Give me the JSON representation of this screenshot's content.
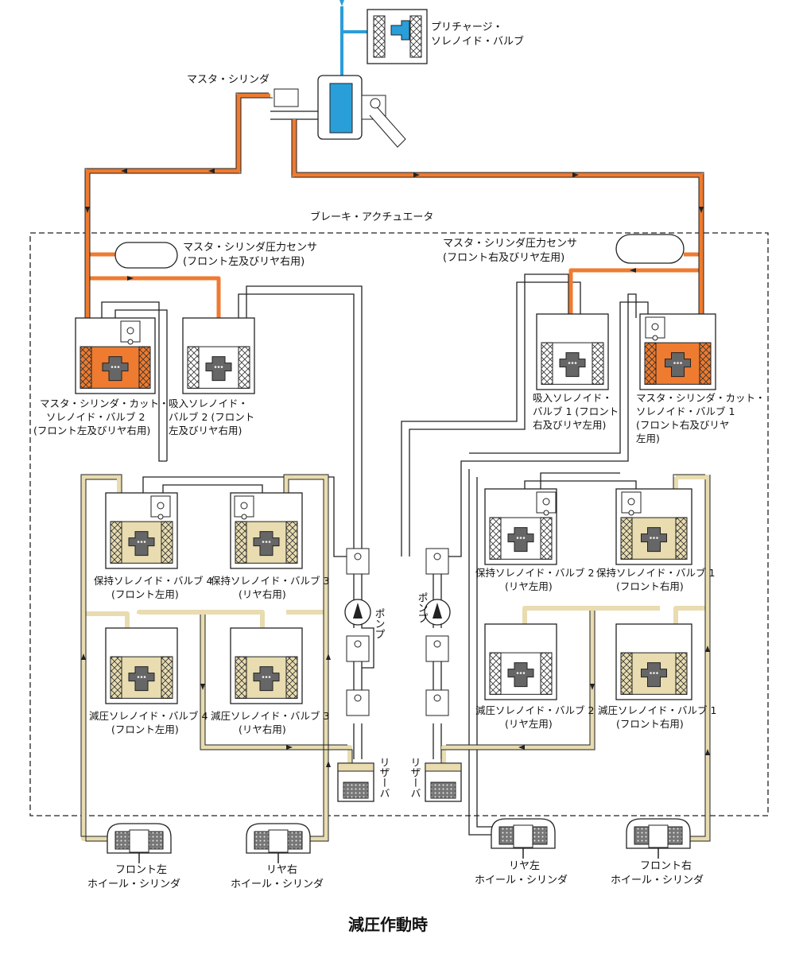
{
  "caption": "減圧作動時",
  "top": {
    "precharge": [
      "プリチャージ・",
      "ソレノイド・バルブ"
    ],
    "master_cylinder": "マスタ・シリンダ"
  },
  "actuator": {
    "title": "ブレーキ・アクチュエータ",
    "sensor_left": [
      "マスタ・シリンダ圧力センサ",
      "(フロント左及びリヤ右用)"
    ],
    "sensor_right": [
      "マスタ・シリンダ圧力センサ",
      "(フロント右及びリヤ左用)"
    ],
    "cut_valve_2": [
      "マスタ・シリンダ・カット・",
      "ソレノイド・バルブ 2",
      "(フロント左及びリヤ右用)"
    ],
    "intake_valve_2": [
      "吸入ソレノイド・",
      "バルブ 2 (フロント",
      "左及びリヤ右用)"
    ],
    "intake_valve_1": [
      "吸入ソレノイド・",
      "バルブ 1 (フロント",
      "右及びリヤ左用)"
    ],
    "cut_valve_1": [
      "マスタ・シリンダ・カット・",
      "ソレノイド・バルブ 1",
      "(フロント右及びリヤ",
      "左用)"
    ],
    "hold_valve_4": [
      "保持ソレノイド・バルブ 4",
      "(フロント左用)"
    ],
    "hold_valve_3": [
      "保持ソレノイド・バルブ 3",
      "(リヤ右用)"
    ],
    "hold_valve_2": [
      "保持ソレノイド・バルブ 2",
      "(リヤ左用)"
    ],
    "hold_valve_1": [
      "保持ソレノイド・バルブ 1",
      "(フロント右用)"
    ],
    "reduce_valve_4": [
      "減圧ソレノイド・バルブ 4",
      "(フロント左用)"
    ],
    "reduce_valve_3": [
      "減圧ソレノイド・バルブ 3",
      "(リヤ右用)"
    ],
    "reduce_valve_2": [
      "減圧ソレノイド・バルブ 2",
      "(リヤ左用)"
    ],
    "reduce_valve_1": [
      "減圧ソレノイド・バルブ 1",
      "(フロント右用)"
    ],
    "pump_left": "ポンプ",
    "pump_right": "ポンプ",
    "reservoir_left": "リザーバ",
    "reservoir_right": "リザーバ"
  },
  "wheels": {
    "front_left": [
      "フロント左",
      "ホイール・シリンダ"
    ],
    "rear_right": [
      "リヤ右",
      "ホイール・シリンダ"
    ],
    "rear_left": [
      "リヤ左",
      "ホイール・シリンダ"
    ],
    "front_right": [
      "フロント右",
      "ホイール・シリンダ"
    ]
  },
  "colors": {
    "master_pressure": "#ee7b30",
    "reduced_pressure": "#e8dcb0",
    "booster": "#2a9ed8",
    "line": "#222222"
  }
}
